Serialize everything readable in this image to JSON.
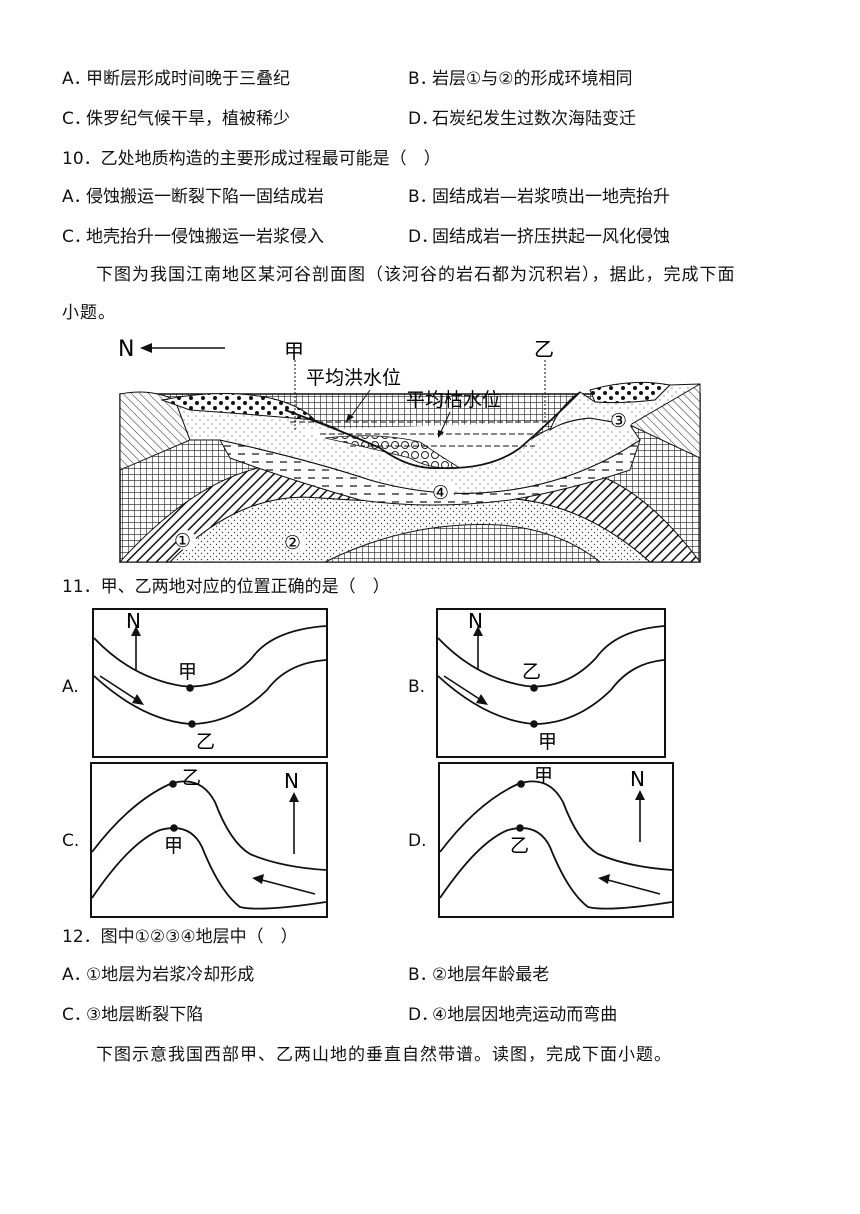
{
  "q9": {
    "a": "甲断层形成时间晚于三叠纪",
    "b": "岩层①与②的形成环境相同",
    "c": "侏罗纪气候干旱，植被稀少",
    "d": "石炭纪发生过数次海陆变迁"
  },
  "q10": {
    "stem": "10．乙处地质构造的主要形成过程最可能是（　）",
    "a": "侵蚀搬运一断裂下陷一固结成岩",
    "b": "固结成岩—岩浆喷出一地壳抬升",
    "c": "地壳抬升一侵蚀搬运一岩浆侵入",
    "d": "固结成岩一挤压拱起一风化侵蚀"
  },
  "intro1": {
    "line1": "下图为我国江南地区某河谷剖面图（该河谷的岩石都为沉积岩），据此，完成下面",
    "line2": "小题。"
  },
  "cross_section": {
    "north_label": "N",
    "jia": "甲",
    "yi": "乙",
    "flood_label": "平均洪水位",
    "dry_label": "平均枯水位",
    "layer1": "①",
    "layer2": "②",
    "layer3": "③",
    "layer4": "④"
  },
  "q11": {
    "stem": "11．甲、乙两地对应的位置正确的是（　）",
    "map_a": {
      "label": "A.",
      "north": "N",
      "top_point": "甲",
      "bottom_point": "乙"
    },
    "map_b": {
      "label": "B.",
      "north": "N",
      "top_point": "乙",
      "bottom_point": "甲"
    },
    "map_c": {
      "label": "C.",
      "north": "N",
      "top_point": "乙",
      "bottom_point": "甲"
    },
    "map_d": {
      "label": "D.",
      "north": "N",
      "top_point": "甲",
      "bottom_point": "乙"
    }
  },
  "q12": {
    "stem": "12．图中①②③④地层中（　）",
    "a": "①地层为岩浆冷却形成",
    "b": "②地层年龄最老",
    "c": "③地层断裂下陷",
    "d": "④地层因地壳运动而弯曲"
  },
  "intro2": "下图示意我国西部甲、乙两山地的垂直自然带谱。读图，完成下面小题。",
  "option_labels": {
    "a": "A．",
    "b": "B．",
    "c": "C．",
    "d": "D．"
  }
}
